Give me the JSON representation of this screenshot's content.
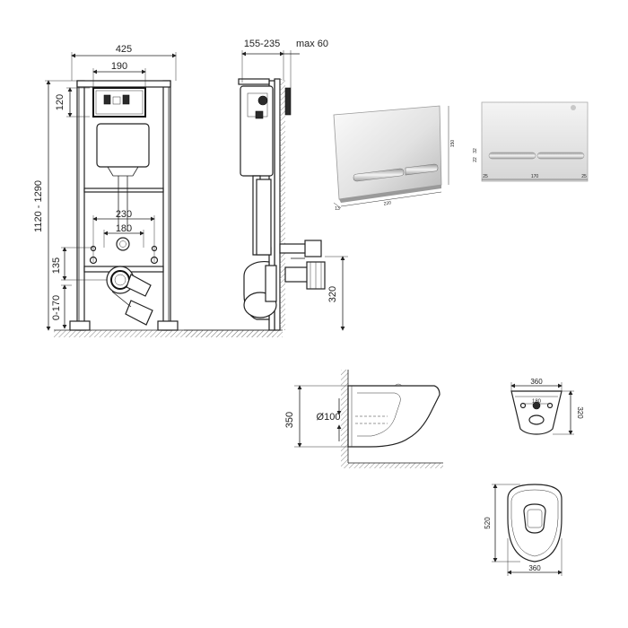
{
  "front_view": {
    "width_total": "425",
    "width_top": "190",
    "height_top": "120",
    "height_range": "1120 - 1290",
    "pipe_spacing_outer": "230",
    "pipe_spacing_inner": "180",
    "outlet_height": "135",
    "foot_range": "0-170"
  },
  "side_view": {
    "depth_range": "155-235",
    "depth_max": "max 60",
    "outlet_height": "320"
  },
  "flush_plate": {
    "width": "220",
    "height": "150",
    "depth": "13",
    "button_width": "170",
    "margin_left": "25",
    "margin_right": "25",
    "button_height": "32",
    "button_offset": "22"
  },
  "toilet_side": {
    "height": "350",
    "pipe_diameter": "Ø100"
  },
  "toilet_back": {
    "width": "360",
    "height": "320",
    "hole_spacing": "180"
  },
  "toilet_top": {
    "length": "520",
    "width": "360"
  },
  "colors": {
    "line": "#222222",
    "wall_hatch": "#888888",
    "plate_light": "#f2f2f2",
    "plate_dark": "#b8b8b8"
  }
}
